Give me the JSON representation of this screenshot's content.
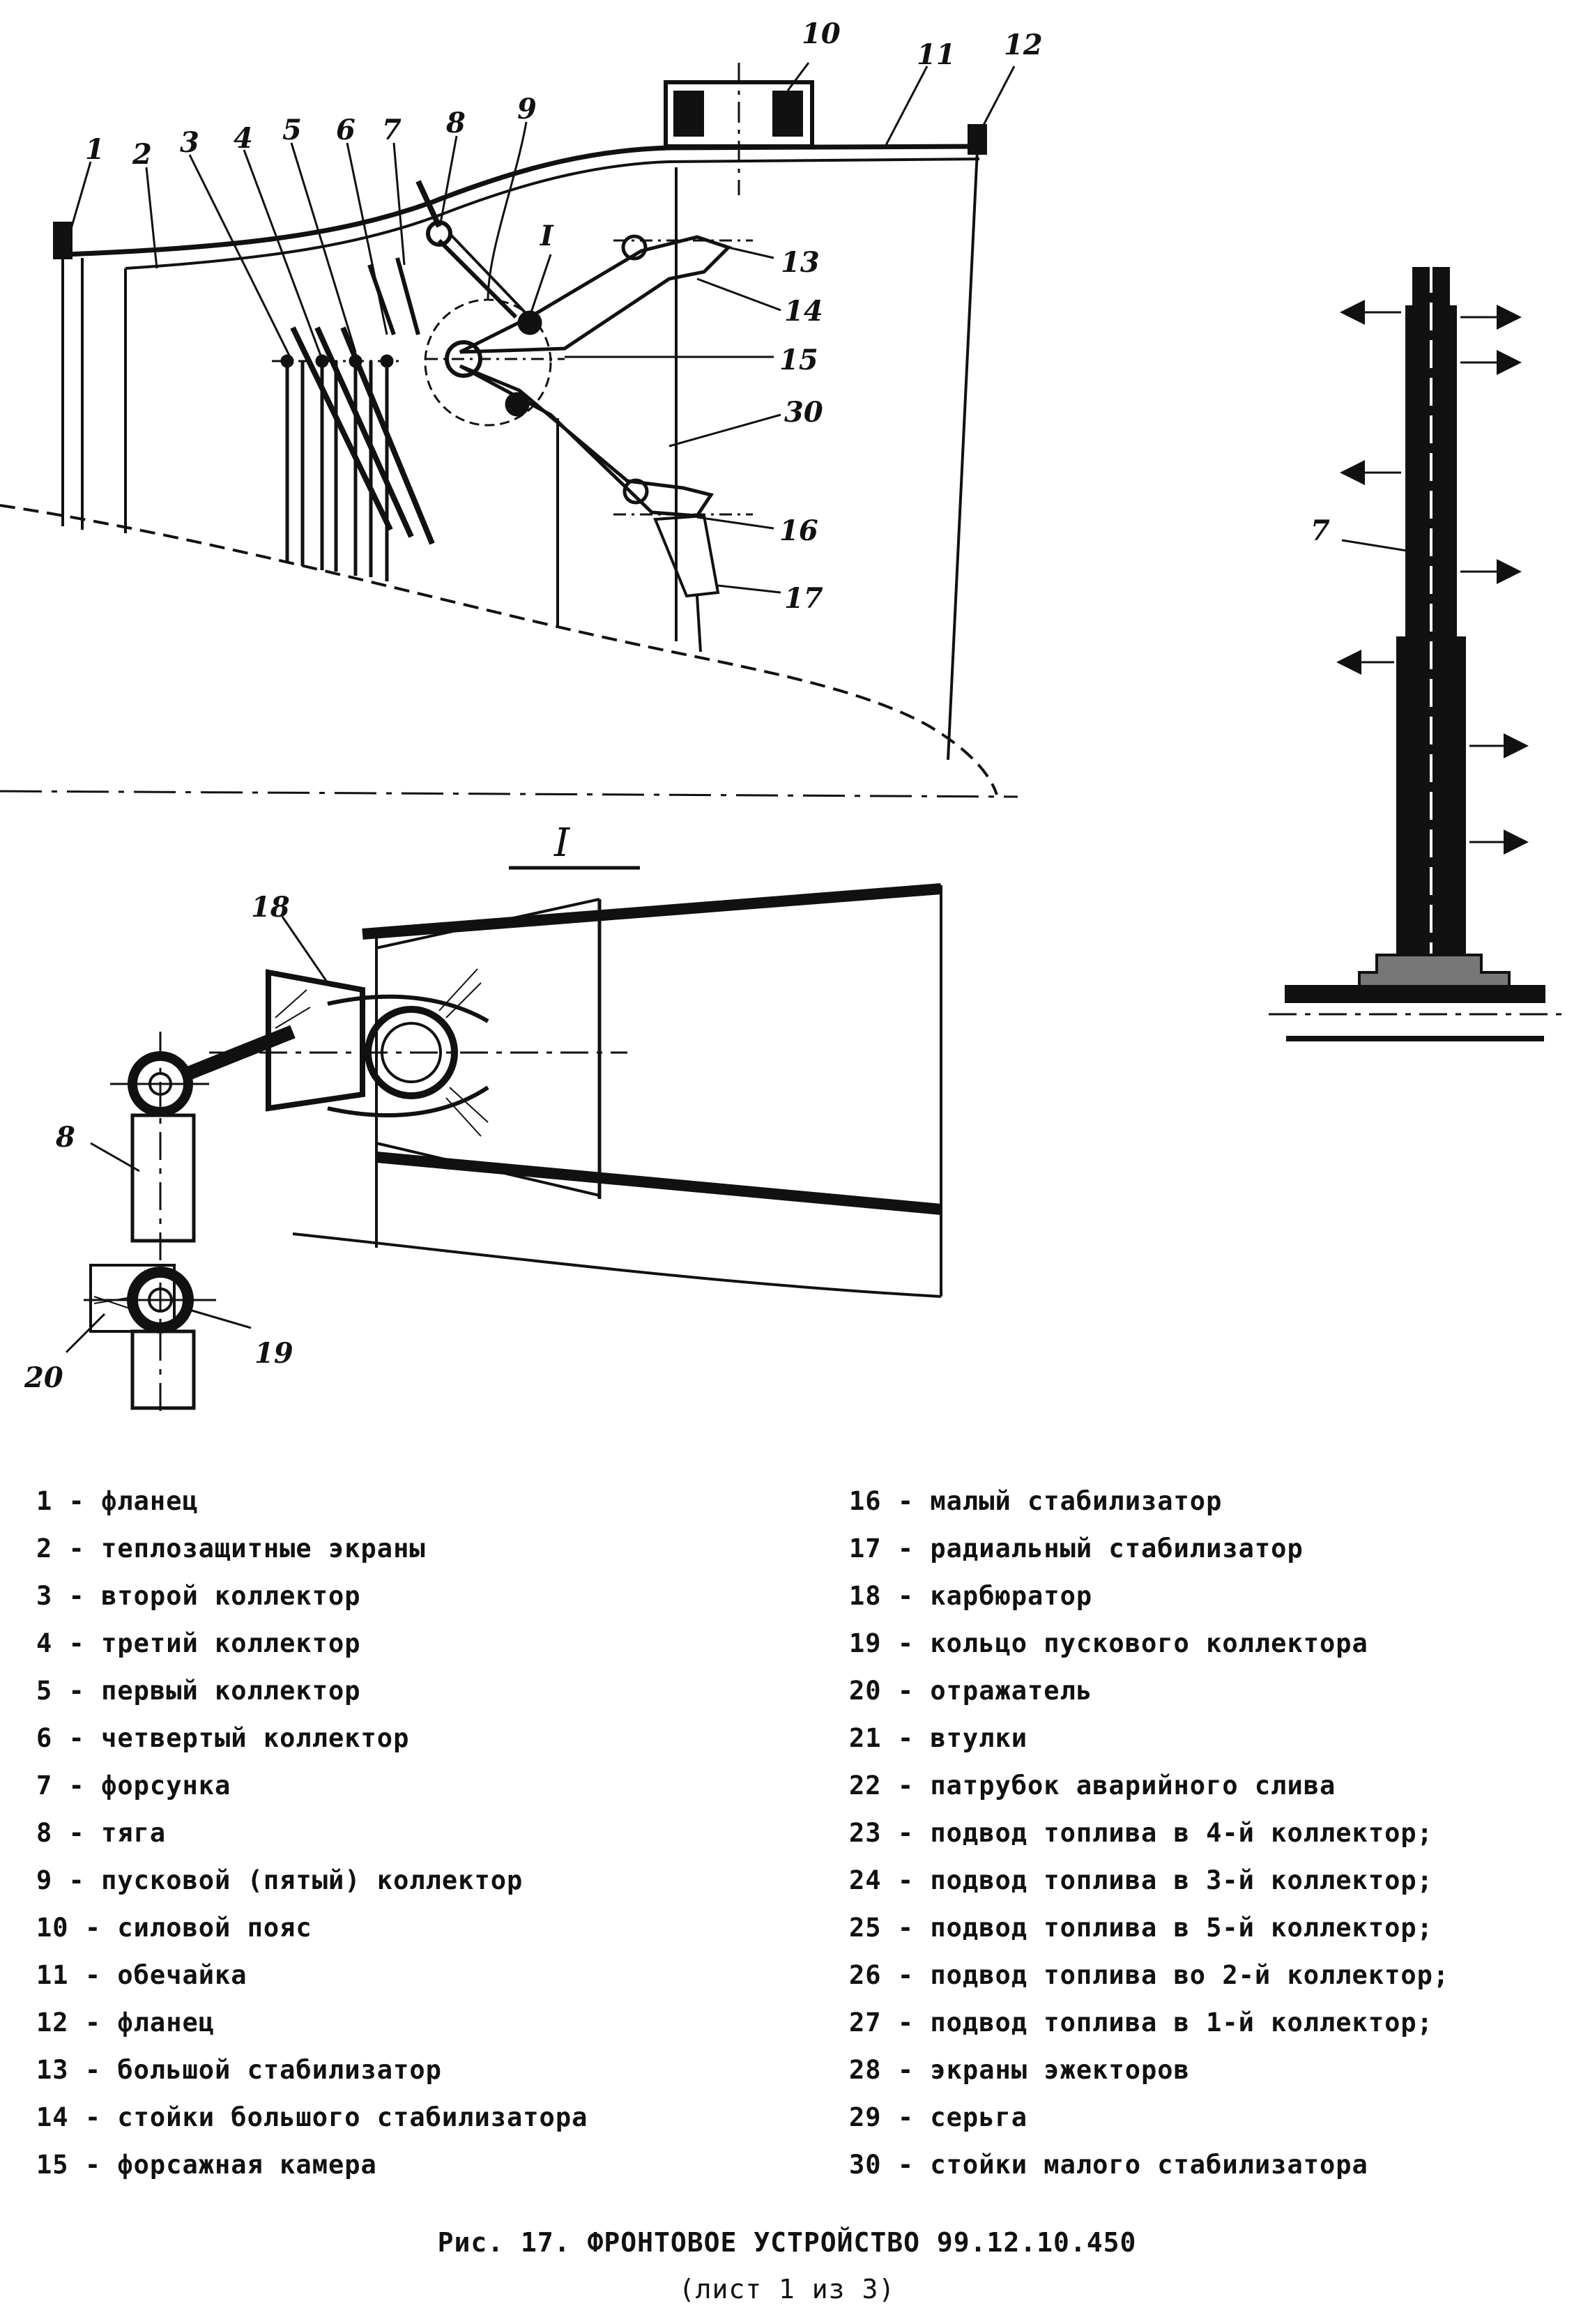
{
  "callouts": {
    "n1": "1",
    "n2": "2",
    "n3": "3",
    "n4": "4",
    "n5": "5",
    "n6": "6",
    "n7": "7",
    "n8": "8",
    "n9": "9",
    "n10": "10",
    "n11": "11",
    "n12": "12",
    "n13": "13",
    "n14": "14",
    "n15": "15",
    "n16": "16",
    "n17": "17",
    "n30": "30",
    "nI": "I",
    "d18": "18",
    "d8": "8",
    "d19": "19",
    "d20": "20",
    "r7": "7"
  },
  "detail": {
    "title": "I"
  },
  "legend": {
    "left": [
      "1 - фланец",
      "2 - теплозащитные экраны",
      "3 - второй коллектор",
      "4 - третий коллектор",
      "5 - первый коллектор",
      "6 - четвертый коллектор",
      "7 - форсунка",
      "8 - тяга",
      "9 - пусковой (пятый) коллектор",
      "10 - силовой пояс",
      "11 - обечайка",
      "12 - фланец",
      "13 - большой стабилизатор",
      "14 - стойки большого стабилизатора",
      "15 - форсажная камера"
    ],
    "right": [
      "16 - малый стабилизатор",
      "17 - радиальный стабилизатор",
      "18 - карбюратор",
      "19 - кольцо пускового коллектора",
      "20 - отражатель",
      "21 - втулки",
      "22 - патрубок аварийного слива",
      "23 - подвод топлива в 4-й коллектор;",
      "24 - подвод топлива в 3-й коллектор;",
      "25 - подвод топлива в 5-й коллектор;",
      "26 - подвод топлива во 2-й коллектор;",
      "27 - подвод топлива в 1-й коллектор;",
      "28 - экраны эжекторов",
      "29 - серьга",
      "30 - стойки малого стабилизатора"
    ]
  },
  "caption": {
    "title": "Рис. 17. ФРОНТОВОЕ УСТРОЙСТВО 99.12.10.450",
    "sheet": "(лист 1 из 3)"
  }
}
